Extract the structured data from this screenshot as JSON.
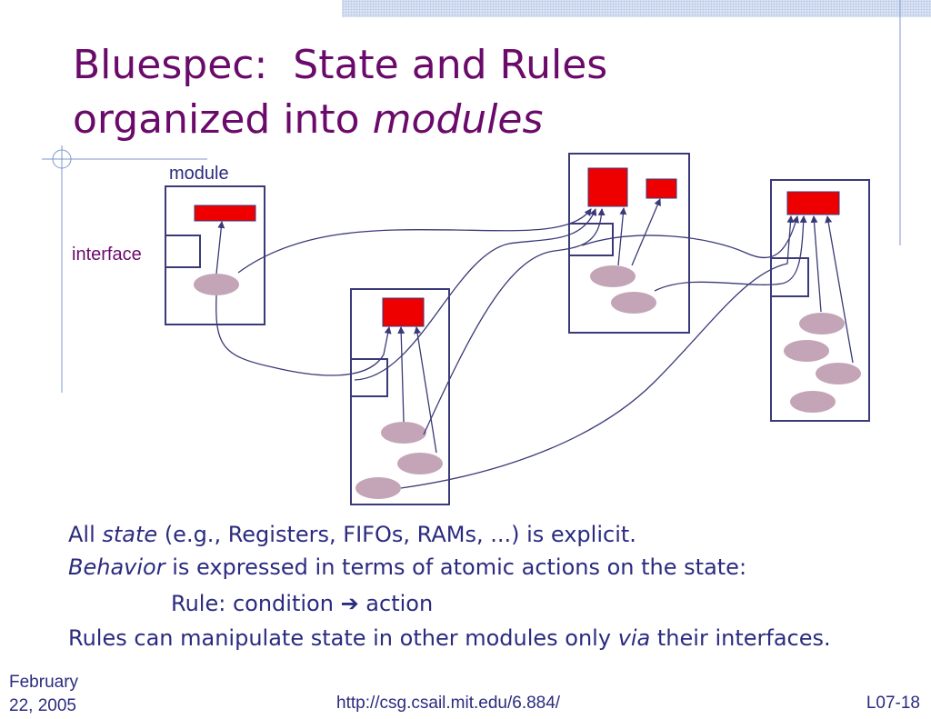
{
  "slide": {
    "title_line1": "Bluespec:  State and Rules",
    "title_line2_prefix": "organized into ",
    "title_line2_emphasis": "modules"
  },
  "diagram": {
    "module_label": "module",
    "interface_label": "interface"
  },
  "body": {
    "line1_prefix": "All ",
    "line1_emphasis": "state",
    "line1_suffix": " (e.g., Registers, FIFOs, RAMs, ...) is explicit.",
    "line2_emphasis": "Behavior",
    "line2_suffix": " is expressed in terms of atomic actions on the state:",
    "rule_prefix": "Rule: condition ",
    "rule_arrow": "➔",
    "rule_suffix": " action",
    "line3_prefix": "Rules can manipulate state in other modules only ",
    "line3_emphasis": "via",
    "line3_suffix": " their interfaces."
  },
  "footer": {
    "date": "February 22, 2005",
    "url": "http://csg.csail.mit.edu/6.884/",
    "slide_number": "L07-18"
  },
  "colors": {
    "title": "#6a0a6a",
    "text": "#2b2b80",
    "state": "#ee0000",
    "rule": "#c4a5b8",
    "box_stroke": "#3a3a78"
  }
}
